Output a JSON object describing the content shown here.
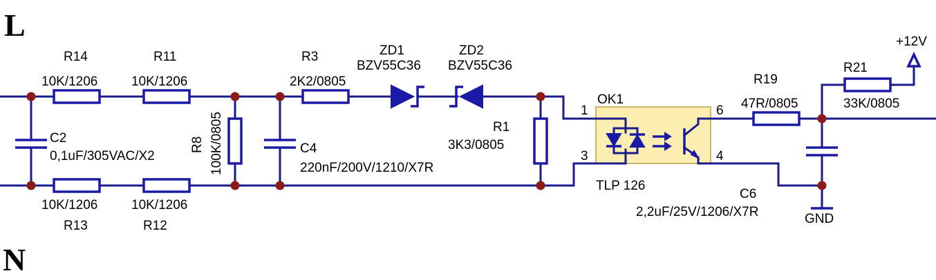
{
  "nets": {
    "line": "L",
    "neutral": "N"
  },
  "power": {
    "vcc": "+12V",
    "gnd": "GND"
  },
  "components": {
    "R14": {
      "ref": "R14",
      "value": "10K/1206"
    },
    "R11": {
      "ref": "R11",
      "value": "10K/1206"
    },
    "R13": {
      "ref": "R13",
      "value": "10K/1206"
    },
    "R12": {
      "ref": "R12",
      "value": "10K/1206"
    },
    "C2": {
      "ref": "C2",
      "value": "0,1uF/305VAC/X2"
    },
    "R8": {
      "ref": "R8",
      "value": "100K/0805"
    },
    "C4": {
      "ref": "C4",
      "value": "220nF/200V/1210/X7R"
    },
    "R3": {
      "ref": "R3",
      "value": "2K2/0805"
    },
    "ZD1": {
      "ref": "ZD1",
      "value": "BZV55C36"
    },
    "ZD2": {
      "ref": "ZD2",
      "value": "BZV55C36"
    },
    "R1": {
      "ref": "R1",
      "value": "3K3/0805"
    },
    "OK1": {
      "ref": "OK1",
      "value": "TLP 126",
      "pins": [
        "1",
        "3",
        "6",
        "4"
      ]
    },
    "R19": {
      "ref": "R19",
      "value": "47R/0805"
    },
    "R21": {
      "ref": "R21",
      "value": "33K/0805"
    },
    "C6": {
      "ref": "C6",
      "value": "2,2uF/25V/1206/X7R"
    }
  },
  "colors": {
    "wire": "#1a1a8c",
    "component": "#1a1aa6",
    "junction": "#8b1a1a",
    "optocoupler_fill": "#fbeeb0"
  }
}
